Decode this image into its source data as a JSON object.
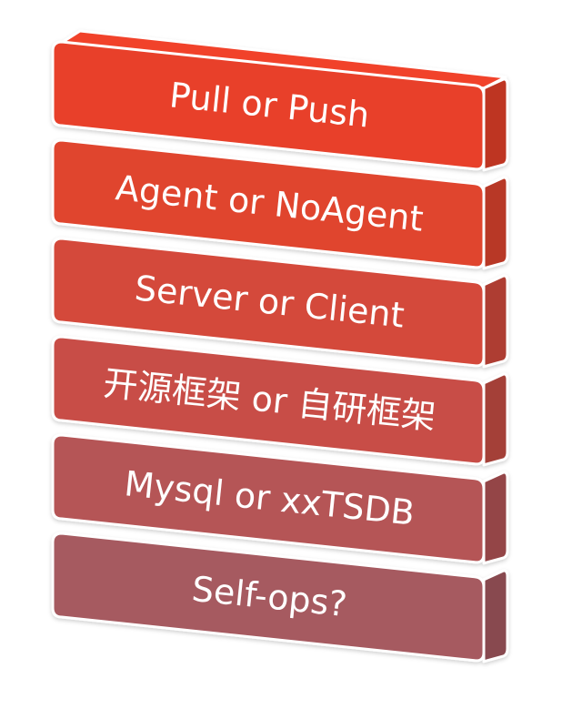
{
  "layers": [
    {
      "label": "Pull or  Push",
      "color": "#e8402a"
    },
    {
      "label": "Agent or NoAgent",
      "color": "#e0452f"
    },
    {
      "label": "Server or Client",
      "color": "#d44a3a"
    },
    {
      "label": "开源框架 or 自研框架",
      "color": "#c84e46"
    },
    {
      "label": "Mysql or xxTSDB",
      "color": "#b55457"
    },
    {
      "label": "Self-ops?",
      "color": "#a65a60"
    }
  ],
  "colors": {
    "outline": "#ffffff",
    "text": "#ffffff"
  }
}
